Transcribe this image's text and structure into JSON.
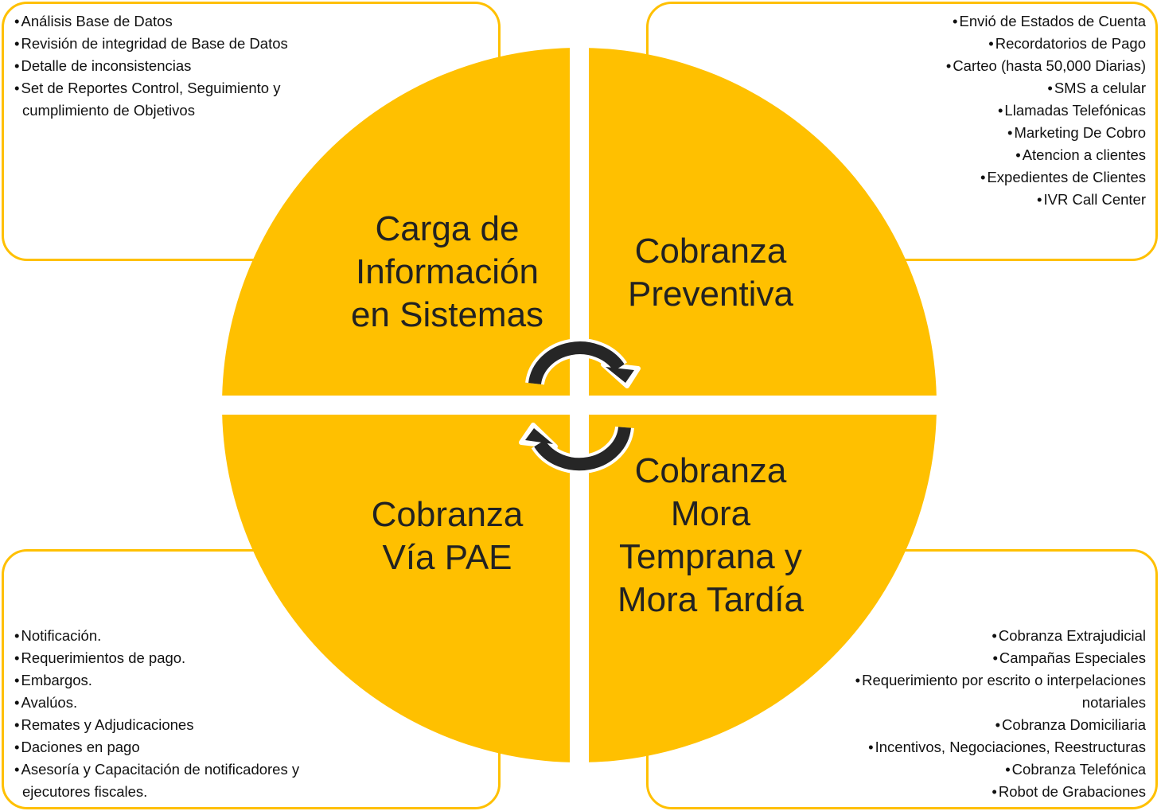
{
  "colors": {
    "accent": "#FFC000",
    "arrow": "#262626",
    "text": "#222222"
  },
  "quadrants": {
    "top_left": {
      "title": [
        "Carga de",
        "Información",
        "en Sistemas"
      ],
      "items": [
        "Análisis Base de Datos",
        "Revisión de integridad de Base de Datos",
        "Detalle de inconsistencias",
        "Set de Reportes Control,  Seguimiento y cumplimiento de Objetivos"
      ]
    },
    "top_right": {
      "title": [
        "Cobranza",
        "Preventiva"
      ],
      "items": [
        "Envió de Estados de Cuenta",
        "Recordatorios de Pago",
        "Carteo (hasta 50,000 Diarias)",
        "SMS a celular",
        "Llamadas Telefónicas",
        "Marketing De Cobro",
        "Atencion a clientes",
        "Expedientes de Clientes",
        "IVR Call Center"
      ]
    },
    "bottom_left": {
      "title": [
        "Cobranza",
        "Vía PAE"
      ],
      "items": [
        "Notificación.",
        "Requerimientos de pago.",
        "Embargos.",
        "Avalúos.",
        "Remates y Adjudicaciones",
        "Daciones en pago",
        "Asesoría y Capacitación de notificadores y ejecutores fiscales."
      ]
    },
    "bottom_right": {
      "title": [
        "Cobranza",
        "Mora",
        "Temprana y",
        "Mora Tardía"
      ],
      "items": [
        "Cobranza Extrajudicial",
        "Campañas Especiales",
        "Requerimiento por escrito o interpelaciones notariales",
        "Cobranza Domiciliaria",
        "Incentivos, Negociaciones, Reestructuras",
        "Cobranza Telefónica",
        "Robot de Grabaciones"
      ]
    }
  },
  "bullet": "•",
  "icons": [
    "cycle-arrow-clockwise-icon",
    "cycle-arrow-return-icon"
  ]
}
